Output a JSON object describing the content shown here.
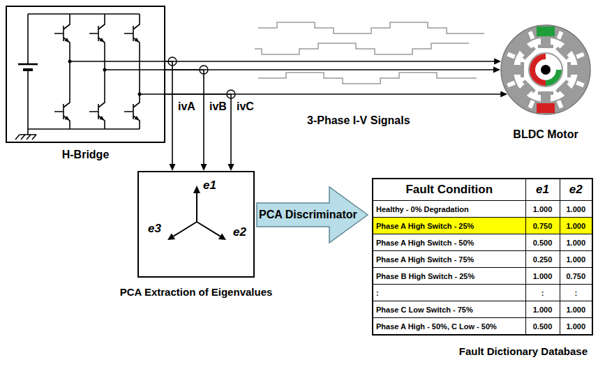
{
  "diagram": {
    "nodes": [
      {
        "text": [
          "H-Bridge"
        ]
      },
      {
        "text": [
          "BLDC Motor"
        ]
      },
      {
        "text": [
          "PCA Extraction of Eigenvalues"
        ]
      },
      {
        "text": [
          "Fault Dictionary Database"
        ]
      }
    ],
    "edges": [
      {
        "from": 0,
        "to": 1,
        "arrow": "to"
      },
      {
        "from": 0,
        "to": 1,
        "arrow": "to"
      },
      {
        "from": 0,
        "to": 1,
        "arrow": "to"
      },
      {
        "from": 0,
        "to": 2,
        "label": "ivA",
        "arrow": "to"
      },
      {
        "from": 0,
        "to": 2,
        "label": "ivB",
        "arrow": "to"
      },
      {
        "from": 0,
        "to": 2,
        "label": "ivC",
        "arrow": "to"
      },
      {
        "from": 2,
        "to": 3,
        "label": "PCA Discriminator",
        "arrow": "to"
      }
    ],
    "labels": [
      "3-Phase I-V Signals",
      "e1",
      "e3",
      "e2",
      "Fault Condition",
      "e1",
      "e2",
      "Healthy - 0% Degradation",
      "1.000",
      "1.000",
      "Phase A High Switch - 25%",
      "0.750",
      "1.000",
      "Phase A High Switch - 50%",
      "0.500",
      "1.000",
      "Phase A High Switch - 75%",
      "0.250",
      "1.000",
      "Phase B High Switch - 25%",
      "1.000",
      "0.750",
      ":",
      ":",
      ":",
      "Phase C Low Switch - 75%",
      "1.000",
      "1.000",
      "Phase A High - 50%, C Low - 50%",
      "0.500",
      "1.000"
    ]
  }
}
